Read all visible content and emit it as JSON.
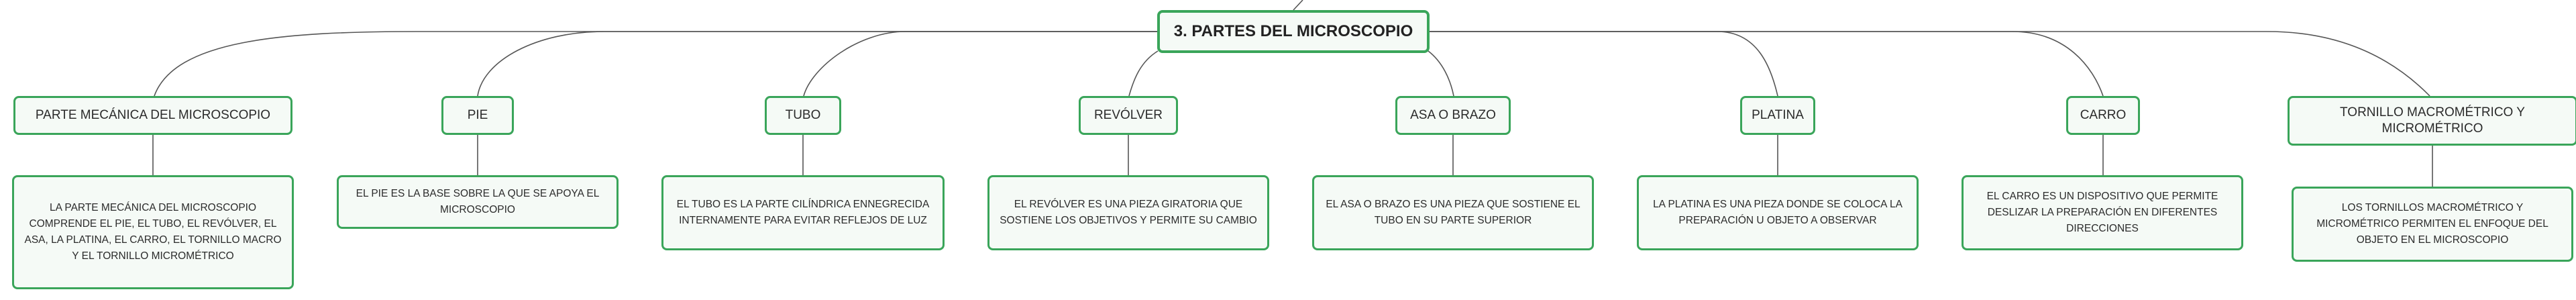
{
  "diagram": {
    "root": {
      "label": "3. PARTES DEL MICROSCOPIO"
    },
    "branches": [
      {
        "title": "PARTE MECÁNICA DEL MICROSCOPIO",
        "description": "LA PARTE MECÁNICA DEL MICROSCOPIO COMPRENDE EL PIE, EL TUBO, EL REVÓLVER, EL ASA, LA PLATINA, EL CARRO, EL TORNILLO MACRO Y EL TORNILLO MICROMÉTRICO"
      },
      {
        "title": "PIE",
        "description": "EL PIE ES LA BASE SOBRE LA QUE SE APOYA EL MICROSCOPIO"
      },
      {
        "title": "TUBO",
        "description": "EL TUBO ES LA PARTE CILÍNDRICA ENNEGRECIDA INTERNAMENTE PARA EVITAR REFLEJOS DE LUZ"
      },
      {
        "title": "REVÓLVER",
        "description": "EL REVÓLVER ES UNA PIEZA GIRATORIA QUE SOSTIENE LOS OBJETIVOS Y PERMITE SU CAMBIO"
      },
      {
        "title": "ASA O BRAZO",
        "description": "EL ASA O BRAZO ES UNA PIEZA QUE SOSTIENE EL TUBO EN SU PARTE SUPERIOR"
      },
      {
        "title": "PLATINA",
        "description": "LA PLATINA ES UNA PIEZA DONDE SE COLOCA LA PREPARACIÓN U OBJETO A OBSERVAR"
      },
      {
        "title": "CARRO",
        "description": "EL CARRO ES UN DISPOSITIVO QUE PERMITE DESLIZAR LA PREPARACIÓN EN DIFERENTES DIRECCIONES"
      },
      {
        "title": "TORNILLO MACROMÉTRICO Y MICROMÉTRICO",
        "description": "LOS TORNILLOS MACROMÉTRICO Y MICROMÉTRICO PERMITEN EL ENFOQUE DEL OBJETO EN EL MICROSCOPIO"
      }
    ]
  }
}
